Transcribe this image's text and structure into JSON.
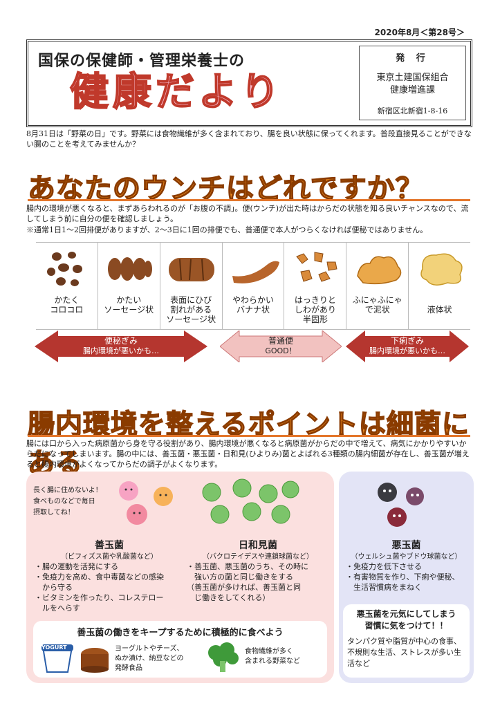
{
  "issue": "2020年8月＜第28号＞",
  "header": {
    "subtitle": "国保の保健師・管理栄養士の",
    "title": "健康だより",
    "publisher_label": "発 行",
    "publisher_org1": "東京土建国保組合",
    "publisher_org2": "健康増進課",
    "publisher_address": "新宿区北新宿1-8-16"
  },
  "intro": "8月31日は「野菜の日」です。野菜には食物繊維が多く含まれており、腸を良い状態に保ってくれます。普段直接見ることができない腸のことを考えてみませんか？",
  "section1": {
    "title": "あなたのウンチはどれですか？",
    "para1": "腸内の環境が悪くなると、まずあらわれるのが「お腹の不調」。便(ウンチ)が出た時はからだの状態を知る良いチャンスなので、流してしまう前に自分の便を確認しましょう。",
    "para2": "※通常1日1〜2回排便がありますが、2〜3日に1回の排便でも、普通便で本人がつらくなければ便秘ではありません。",
    "types": [
      {
        "label": "かたく\nコロコロ"
      },
      {
        "label": "かたい\nソーセージ状"
      },
      {
        "label": "表面にひび\n割れがある\nソーセージ状"
      },
      {
        "label": "やわらかい\nバナナ状"
      },
      {
        "label": "はっきりと\nしわがあり\n半固形"
      },
      {
        "label": "ふにゃふにゃ\nで泥状"
      },
      {
        "label": "液体状"
      }
    ],
    "arrows": {
      "constipation_label": "便秘ぎみ",
      "constipation_note": "腸内環境が悪いかも…",
      "normal_label": "普通便",
      "normal_note": "GOOD！",
      "diarrhea_label": "下痢ぎみ",
      "diarrhea_note": "腸内環境が悪いかも…"
    }
  },
  "section2": {
    "title": "腸内環境を整えるポイントは細菌にある",
    "para": "腸には口から入った病原菌から身を守る役割があり、腸内環境が悪くなると病原菌がからだの中で増えて、病気にかかりやすいからだになってしまいます。腸の中には、善玉菌・悪玉菌・日和見(ひよりみ)菌とよばれる3種類の腸内細菌が存在し、善玉菌が増えると腸内環境がよくなってからだの調子がよくなります。"
  },
  "good": {
    "speech": "長く腸に住めないよ！\n食べものなどで毎日\n摂取してね！",
    "title": "善玉菌",
    "sub": "（ビフィズス菌や乳酸菌など）",
    "items": [
      "・腸の運動を活発にする",
      "・免疫力を高め、食中毒菌などの感染\n　から守る",
      "・ビタミンを作ったり、コレステロー\n　ルをへらす"
    ]
  },
  "neutral": {
    "title": "日和見菌",
    "sub": "（バクロテイデスや連鎖球菌など）",
    "items": [
      "・善玉菌、悪玉菌のうち、その時に\n　強い方の菌と同じ働きをする",
      "（善玉菌が多ければ、善玉菌と同\n　じ働きをしてくれる）"
    ]
  },
  "bad": {
    "title": "悪玉菌",
    "sub": "（ウェルシュ菌やブドウ球菌など）",
    "items": [
      "・免疫力を低下させる",
      "・有害物質を作り、下痢や便秘、\n　生活習慣病をまねく"
    ],
    "warn_title": "悪玉菌を元気にしてしまう\n習慣に気をつけて！！",
    "warn_text": "タンパク質や脂質が中心の食事、不規則な生活、ストレスが多い生活など"
  },
  "keep": {
    "title": "善玉菌の働きをキープするために積極的に食べよう",
    "yogurt_label": "YOGURT",
    "fermented": "ヨーグルトやチーズ、\nぬか漬け、納豆などの\n発酵食品",
    "veg": "食物繊維が多く\n含まれる野菜など"
  },
  "colors": {
    "accent": "#f39020",
    "pink": "#fbe0df",
    "lavender": "#e3e4f6",
    "arrow_dark": "#b5362f",
    "arrow_light": "#f2c2c0"
  }
}
